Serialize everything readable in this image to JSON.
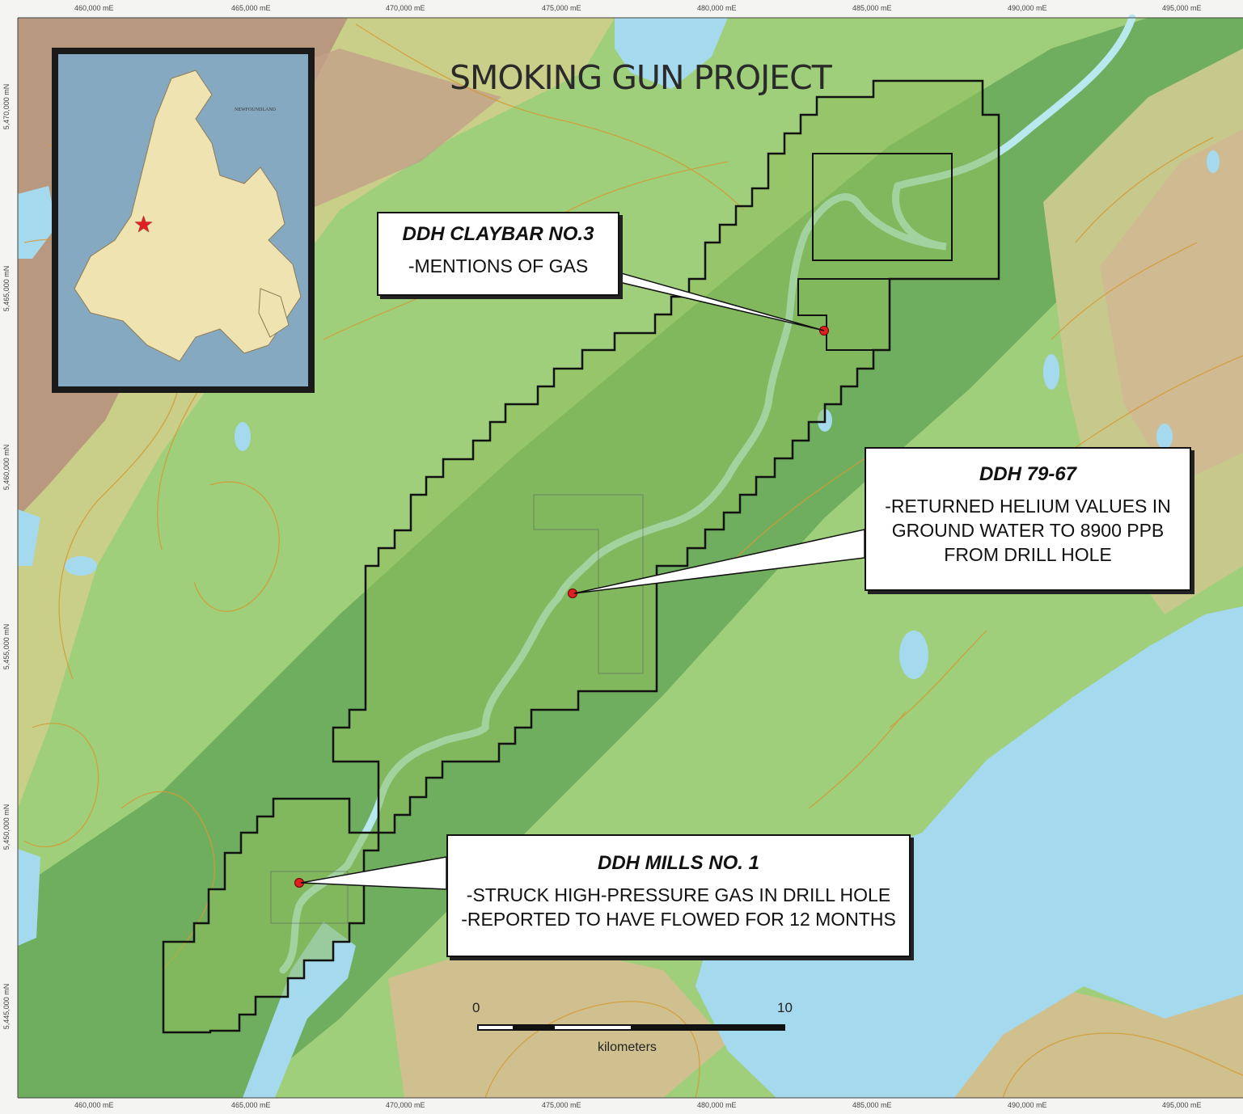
{
  "map": {
    "title": "SMOKING GUN PROJECT",
    "easting_labels": [
      "460,000 mE",
      "465,000 mE",
      "470,000 mE",
      "475,000 mE",
      "480,000 mE",
      "485,000 mE",
      "490,000 mE",
      "495,000 mE"
    ],
    "northing_labels": [
      "5,470,000 mN",
      "5,465,000 mN",
      "5,460,000 mN",
      "5,455,000 mN",
      "5,450,000 mN",
      "5,445,000 mN"
    ],
    "colors": {
      "lowland": "#7fb86a",
      "midland": "#c8cf88",
      "upland": "#b08a74",
      "water": "#9fd6ea",
      "river": "#b9e8ee",
      "claim_fill": "#8fbf5c",
      "claim_outline": "#111111",
      "contour": "#d49a35",
      "drill_hole": "#e02020"
    },
    "scale_bar": {
      "start_label": "0",
      "end_label": "10",
      "unit": "kilometers"
    },
    "inset": {
      "label_lines": [
        "NEWFOUNDLAND"
      ],
      "marker": "star-icon",
      "marker_color": "#e02020"
    },
    "callouts": [
      {
        "heading": "DDH CLAYBAR NO.3",
        "lines": [
          "-MENTIONS OF GAS"
        ]
      },
      {
        "heading": "DDH 79-67",
        "lines": [
          "-RETURNED HELIUM VALUES IN",
          "GROUND WATER TO 8900 PPB",
          "FROM DRILL HOLE"
        ]
      },
      {
        "heading": "DDH MILLS NO. 1",
        "lines": [
          "-STRUCK HIGH-PRESSURE GAS IN DRILL HOLE",
          "-REPORTED TO HAVE FLOWED FOR 12 MONTHS"
        ]
      }
    ]
  }
}
